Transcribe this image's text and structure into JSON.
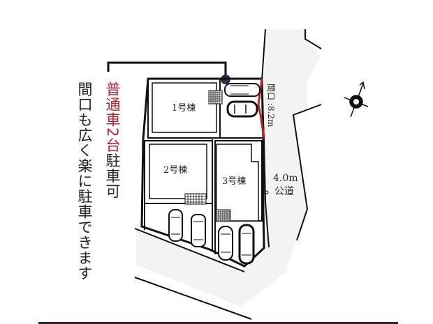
{
  "headline": {
    "red_part": "普通車2台",
    "black_part": "駐車可"
  },
  "subline": "間口も広く楽に駐車できます",
  "lots": [
    {
      "label": "1号棟"
    },
    {
      "label": "2号棟"
    },
    {
      "label": "3号棟"
    }
  ],
  "frontage": {
    "label": "間口 :8.2m"
  },
  "road": {
    "width": "4.0m",
    "label": "公道"
  },
  "colors": {
    "accent_red": "#b8202f",
    "line": "#111111",
    "road_fill": "#f3f3f3",
    "marker": "#2a2f45",
    "bottom_bar": "#3a2328"
  }
}
